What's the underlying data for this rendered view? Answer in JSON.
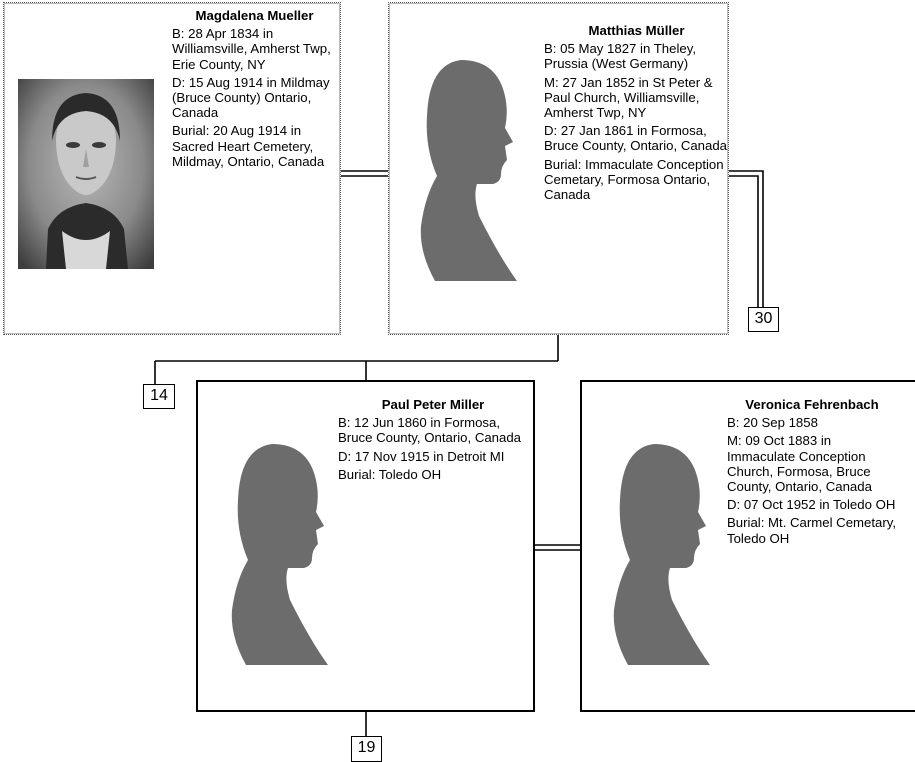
{
  "people": {
    "magdalena": {
      "name": "Magdalena Mueller",
      "lines": [
        "B: 28 Apr 1834 in Williamsville, Amherst Twp, Erie County, NY",
        "D: 15 Aug 1914 in Mildmay (Bruce County) Ontario, Canada",
        "Burial: 20 Aug 1914 in Sacred Heart Cemetery, Mildmay, Ontario, Canada"
      ]
    },
    "matthias": {
      "name": "Matthias Müller",
      "lines": [
        "B: 05 May 1827 in Theley, Prussia (West Germany)",
        "M: 27 Jan 1852 in St Peter & Paul Church, Williamsville, Amherst Twp, NY",
        "D: 27 Jan 1861 in Formosa, Bruce County, Ontario, Canada",
        "Burial: Immaculate Conception Cemetary, Formosa Ontario, Canada"
      ]
    },
    "paul": {
      "name": "Paul Peter Miller",
      "lines": [
        "B: 12 Jun 1860 in Formosa, Bruce County, Ontario, Canada",
        "D: 17 Nov 1915 in Detroit MI",
        "Burial: Toledo OH"
      ]
    },
    "veronica": {
      "name": "Veronica Fehrenbach",
      "lines": [
        "B: 20 Sep 1858",
        "M: 09 Oct 1883 in Immaculate Conception Church, Formosa, Bruce County, Ontario, Canada",
        "D: 07 Oct 1952 in Toledo OH",
        "Burial: Mt. Carmel Cemetary, Toledo OH"
      ]
    }
  },
  "page_refs": {
    "parents_right": "30",
    "generation_left": "14",
    "children_bottom": "19"
  }
}
